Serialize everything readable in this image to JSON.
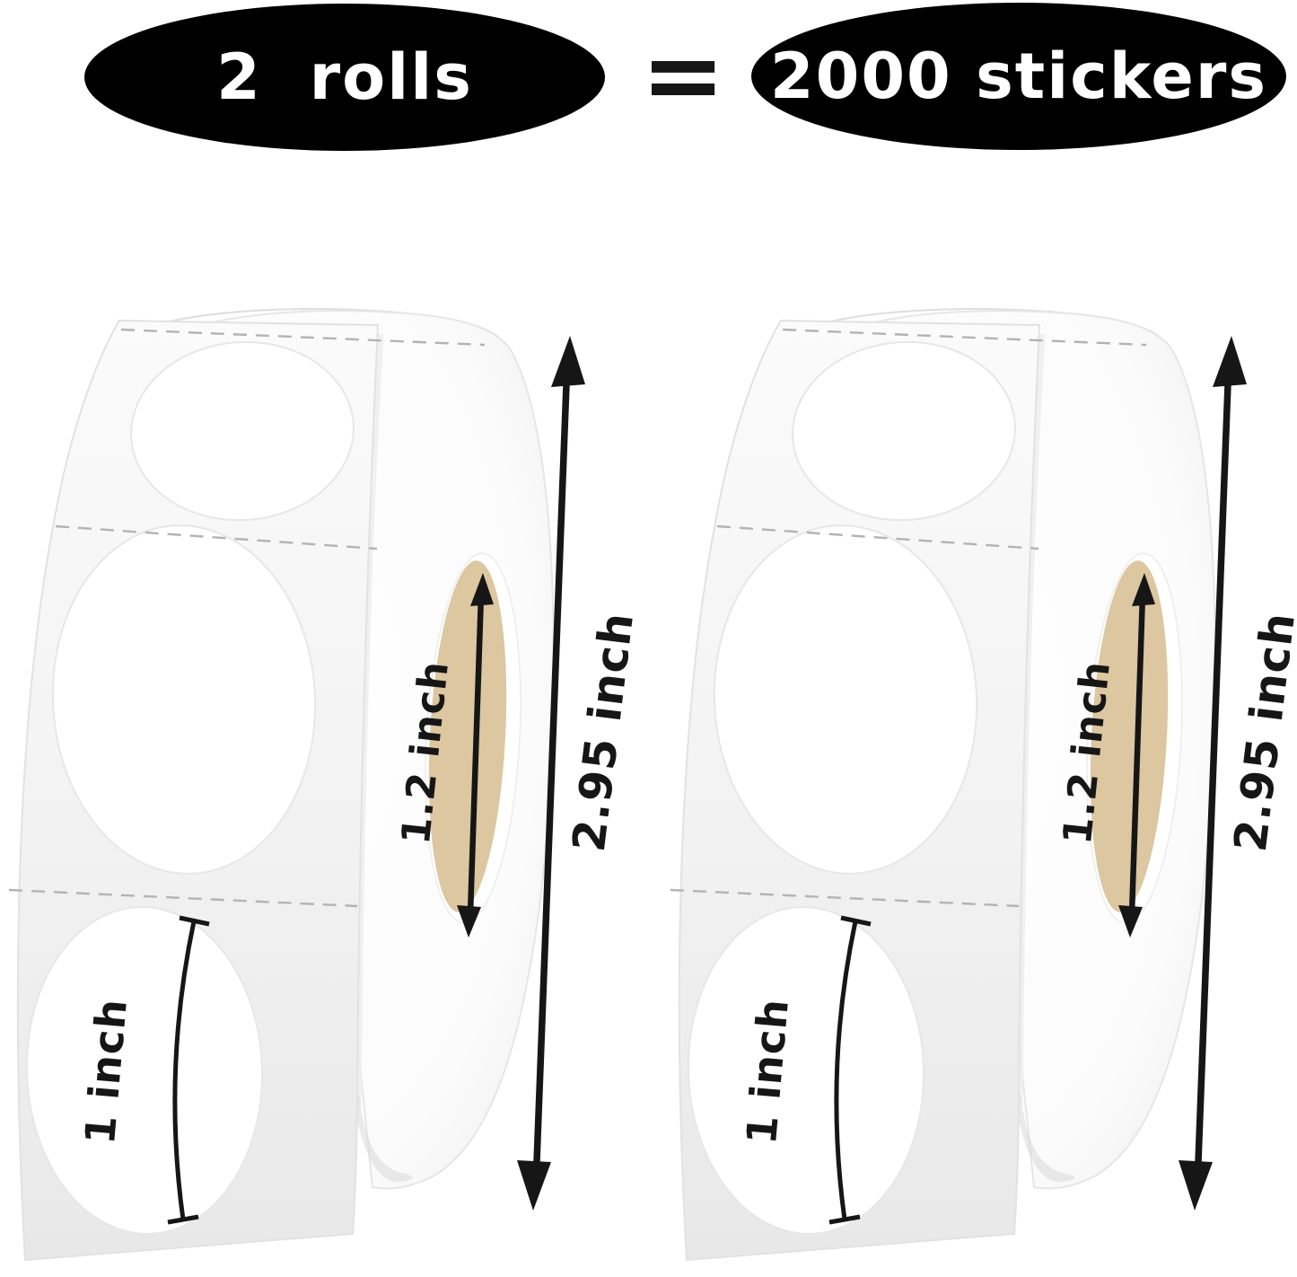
{
  "header": {
    "left_badge": {
      "text": "2  rolls",
      "bg": "#000000",
      "text_color": "#ffffff"
    },
    "equals_sign": "=",
    "right_badge": {
      "text": "2000 stickers",
      "bg": "#000000",
      "text_color": "#ffffff"
    }
  },
  "rolls": [
    {
      "core_diameter_label": "1.2 inch",
      "height_label": "2.95 inch",
      "sticker_diameter_label": "1 inch"
    },
    {
      "core_diameter_label": "1.2 inch",
      "height_label": "2.95 inch",
      "sticker_diameter_label": "1 inch"
    }
  ],
  "colors": {
    "page_background": "#ffffff",
    "annotation": "#161616",
    "core_tan": "#dcc7a1",
    "perforation": "#b3b3b3"
  }
}
